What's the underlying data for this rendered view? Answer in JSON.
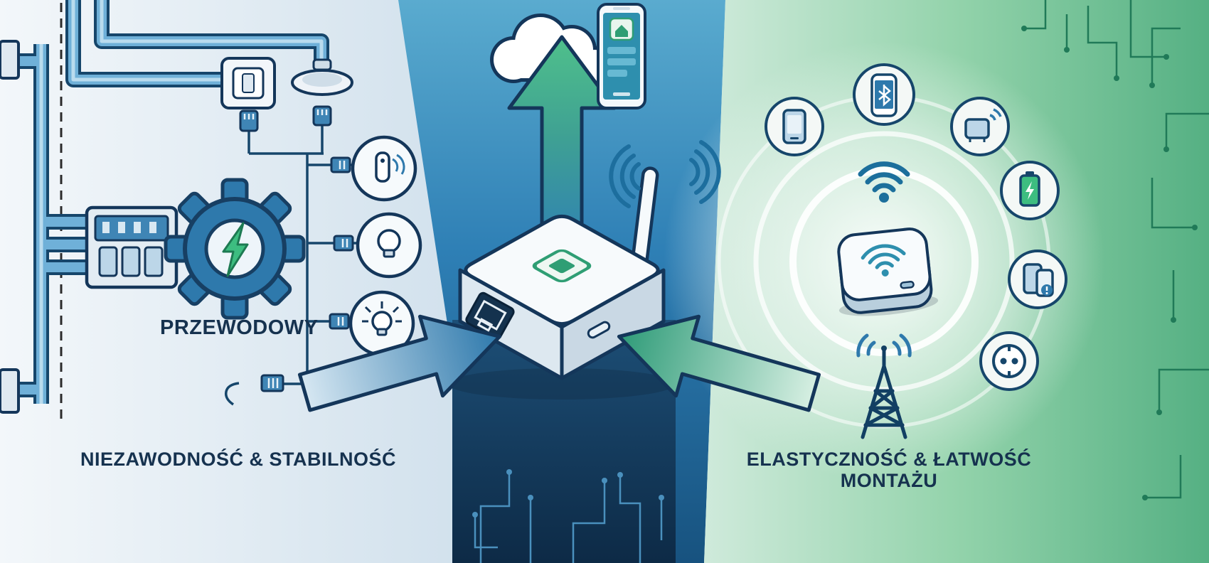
{
  "title": "Smart home hub infographic: wired vs wireless",
  "sections": {
    "left": {
      "heading": "PRZEWODOWY",
      "caption": "NIEZAWODNOŚĆ & STABILNOŚĆ"
    },
    "right": {
      "caption": "ELASTYCZNOŚĆ & ŁATWOŚĆ MONTAŻU"
    }
  },
  "icons": {
    "left": [
      "conduit-pipes",
      "wall-switch",
      "ceiling-fixture",
      "junction-box",
      "gear-lightning",
      "door-sensor",
      "light-bulb",
      "light-bulb-on",
      "ethernet-plug"
    ],
    "center": [
      "cloud-upload",
      "smartphone-app",
      "up-arrow",
      "smart-hub",
      "antenna",
      "wifi-waves",
      "blue-arrow",
      "green-arrow",
      "circuit-band"
    ],
    "right": [
      "smartphone",
      "bluetooth-phone",
      "wifi-sensor",
      "battery",
      "mobile-devices",
      "power-socket",
      "wifi-signal",
      "wireless-hub",
      "radio-tower",
      "signal-rings",
      "circuit-traces"
    ]
  },
  "colors": {
    "navy": "#14365a",
    "blue": "#2e79ac",
    "blue_light": "#bcd6e8",
    "teal": "#2e8fae",
    "green": "#3dbd80",
    "green_bg": "#8fd2a8",
    "band_dark": "#0d2a46",
    "text": "#16324f",
    "white": "#ffffff"
  }
}
